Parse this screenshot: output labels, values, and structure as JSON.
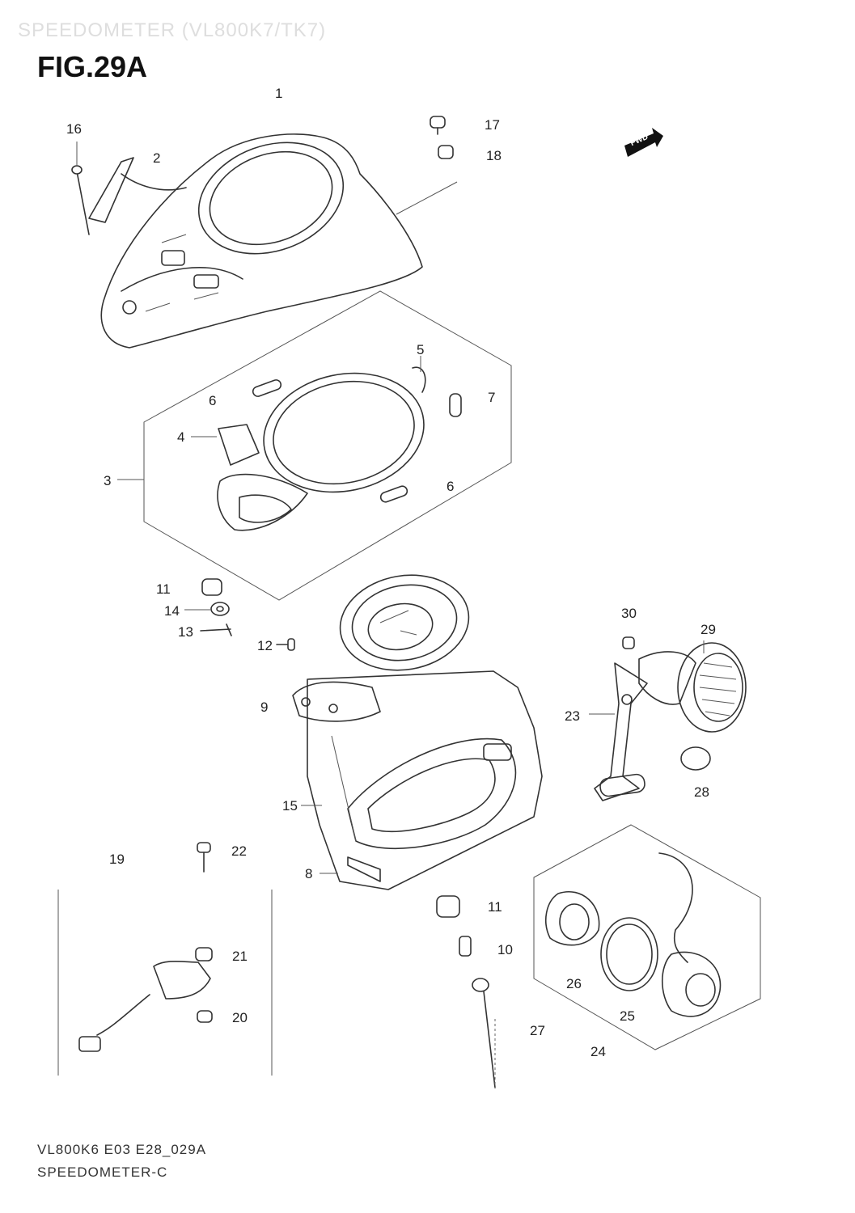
{
  "header": {
    "faint_title": "SPEEDOMETER (VL800K7/TK7)",
    "figure_label": "FIG.29A"
  },
  "fwd_badge": "FWD",
  "callouts": {
    "c1": "1",
    "c2": "2",
    "c3": "3",
    "c4": "4",
    "c5": "5",
    "c6a": "6",
    "c6b": "6",
    "c7": "7",
    "c8": "8",
    "c9": "9",
    "c10": "10",
    "c11a": "11",
    "c11b": "11",
    "c12": "12",
    "c13": "13",
    "c14": "14",
    "c15": "15",
    "c16": "16",
    "c17": "17",
    "c18": "18",
    "c19": "19",
    "c20": "20",
    "c21": "21",
    "c22": "22",
    "c23": "23",
    "c24": "24",
    "c25": "25",
    "c26": "26",
    "c27": "27",
    "c28": "28",
    "c29": "29",
    "c30": "30"
  },
  "footer": {
    "code": "VL800K6 E03 E28_029A",
    "name": "SPEEDOMETER-C"
  }
}
